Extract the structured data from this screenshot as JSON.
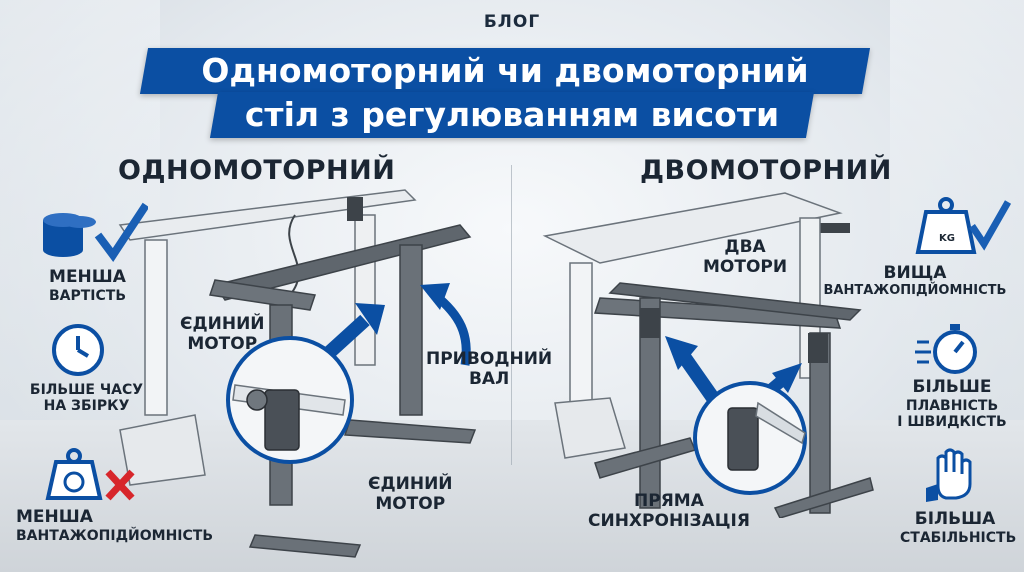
{
  "header": {
    "kicker": "БЛОГ",
    "title_line1": "Одномоторний чи двомоторний",
    "title_line2": "стіл з регулюванням висоти"
  },
  "left": {
    "title": "ОДНОМОТОРНИЙ",
    "features": [
      {
        "line1": "МЕНША",
        "line2": "ВАРТІСТЬ",
        "icon": "coins-check-icon"
      },
      {
        "line1": "БІЛЬШЕ ЧАСУ",
        "line2": "НА ЗБІРКУ",
        "icon": "clock-icon"
      },
      {
        "line1": "МЕНША",
        "line2": "ВАНТАЖОПІДЙОМНІСТЬ",
        "icon": "weight-cross-icon"
      }
    ],
    "callouts": {
      "single_motor_top_1": "ЄДИНИЙ",
      "single_motor_top_2": "МОТОР",
      "drive_shaft_1": "ПРИВОДНИЙ",
      "drive_shaft_2": "ВАЛ",
      "single_motor_bottom_1": "ЄДИНИЙ",
      "single_motor_bottom_2": "МОТОР"
    }
  },
  "right": {
    "title": "ДВОМОТОРНИЙ",
    "features": [
      {
        "line1": "ВИЩА",
        "line2": "ВАНТАЖОПІДЙОМНІСТЬ",
        "icon": "weight-check-icon",
        "badge": "KG"
      },
      {
        "line1": "БІЛЬШЕ",
        "line2": "ПЛАВНІСТЬ",
        "line3": "І ШВИДКІСТЬ",
        "icon": "stopwatch-icon"
      },
      {
        "line1": "БІЛЬША",
        "line2": "СТАБІЛЬНІСТЬ",
        "icon": "hand-stability-icon"
      }
    ],
    "callouts": {
      "two_motors_1": "ДВА",
      "two_motors_2": "МОТОРИ",
      "direct_sync_1": "ПРЯМА",
      "direct_sync_2": "СИНХРОНІЗАЦІЯ"
    }
  },
  "colors": {
    "brand_blue": "#0b4fa3",
    "text_dark": "#1b2633",
    "check_blue": "#1a5fb4",
    "cross_red": "#d7262b"
  }
}
